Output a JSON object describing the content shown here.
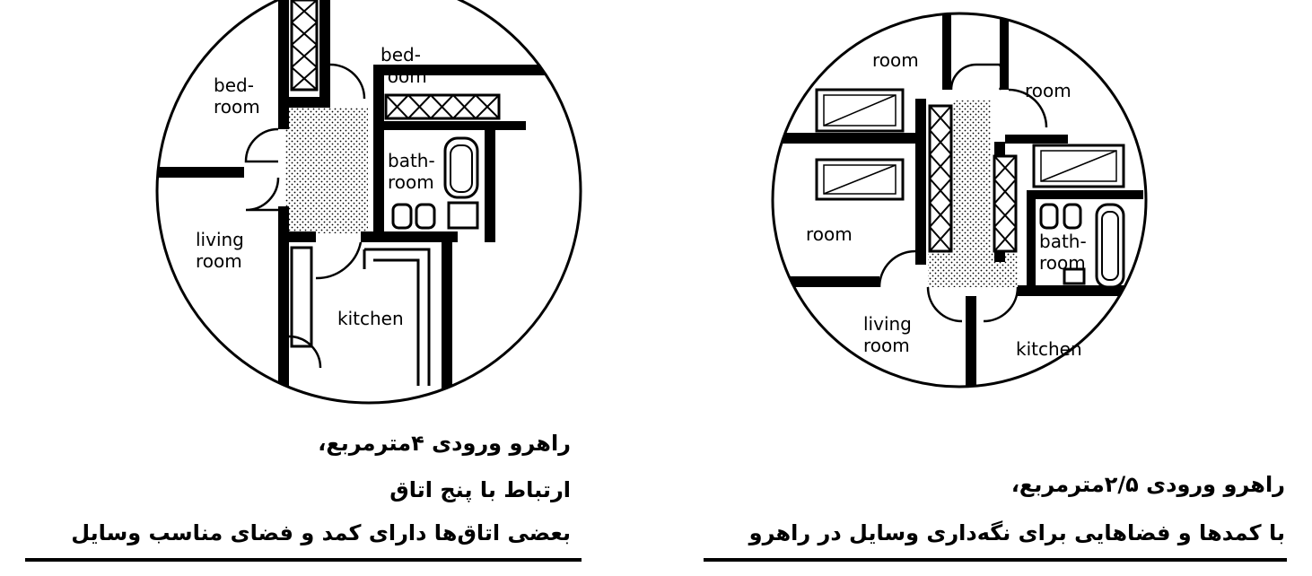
{
  "plans": [
    {
      "labels": {
        "bedroom_left": [
          "bed-",
          "room"
        ],
        "bedroom_top": [
          "bed-",
          "room"
        ],
        "bathroom": [
          "bath-",
          "room"
        ],
        "living": [
          "living",
          "room"
        ],
        "kitchen": "kitchen"
      },
      "caption": [
        "راهرو ورودی ۴مترمربع،",
        "ارتباط با پنج اتاق",
        "بعضی اتاق‌ها دارای کمد و فضای مناسب وسایل"
      ]
    },
    {
      "labels": {
        "room_top": "room",
        "room_right": "room",
        "room_left": "room",
        "bathroom": [
          "bath-",
          "room"
        ],
        "living": [
          "living",
          "room"
        ],
        "kitchen": "kitchen"
      },
      "caption": [
        "راهرو ورودی ۲/۵مترمربع،",
        "با کمدها و فضاهایی برای نگه‌داری وسایل در راهرو"
      ]
    }
  ]
}
